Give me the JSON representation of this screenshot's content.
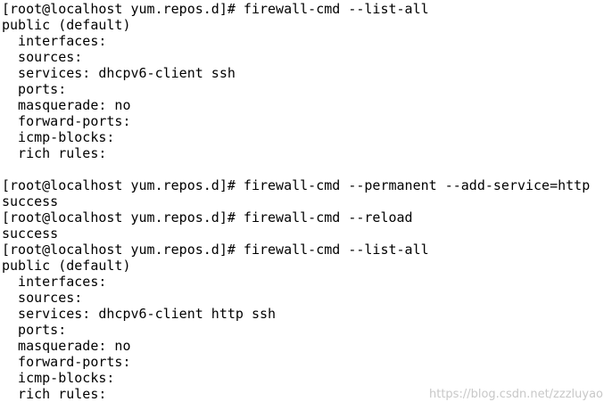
{
  "terminal": {
    "lines": [
      "[root@localhost yum.repos.d]# firewall-cmd --list-all",
      "public (default)",
      "  interfaces:",
      "  sources:",
      "  services: dhcpv6-client ssh",
      "  ports:",
      "  masquerade: no",
      "  forward-ports:",
      "  icmp-blocks:",
      "  rich rules:",
      "",
      "[root@localhost yum.repos.d]# firewall-cmd --permanent --add-service=http",
      "success",
      "[root@localhost yum.repos.d]# firewall-cmd --reload",
      "success",
      "[root@localhost yum.repos.d]# firewall-cmd --list-all",
      "public (default)",
      "  interfaces:",
      "  sources:",
      "  services: dhcpv6-client http ssh",
      "  ports:",
      "  masquerade: no",
      "  forward-ports:",
      "  icmp-blocks:",
      "  rich rules:"
    ]
  },
  "watermark": "https://blog.csdn.net/zzzluyao"
}
